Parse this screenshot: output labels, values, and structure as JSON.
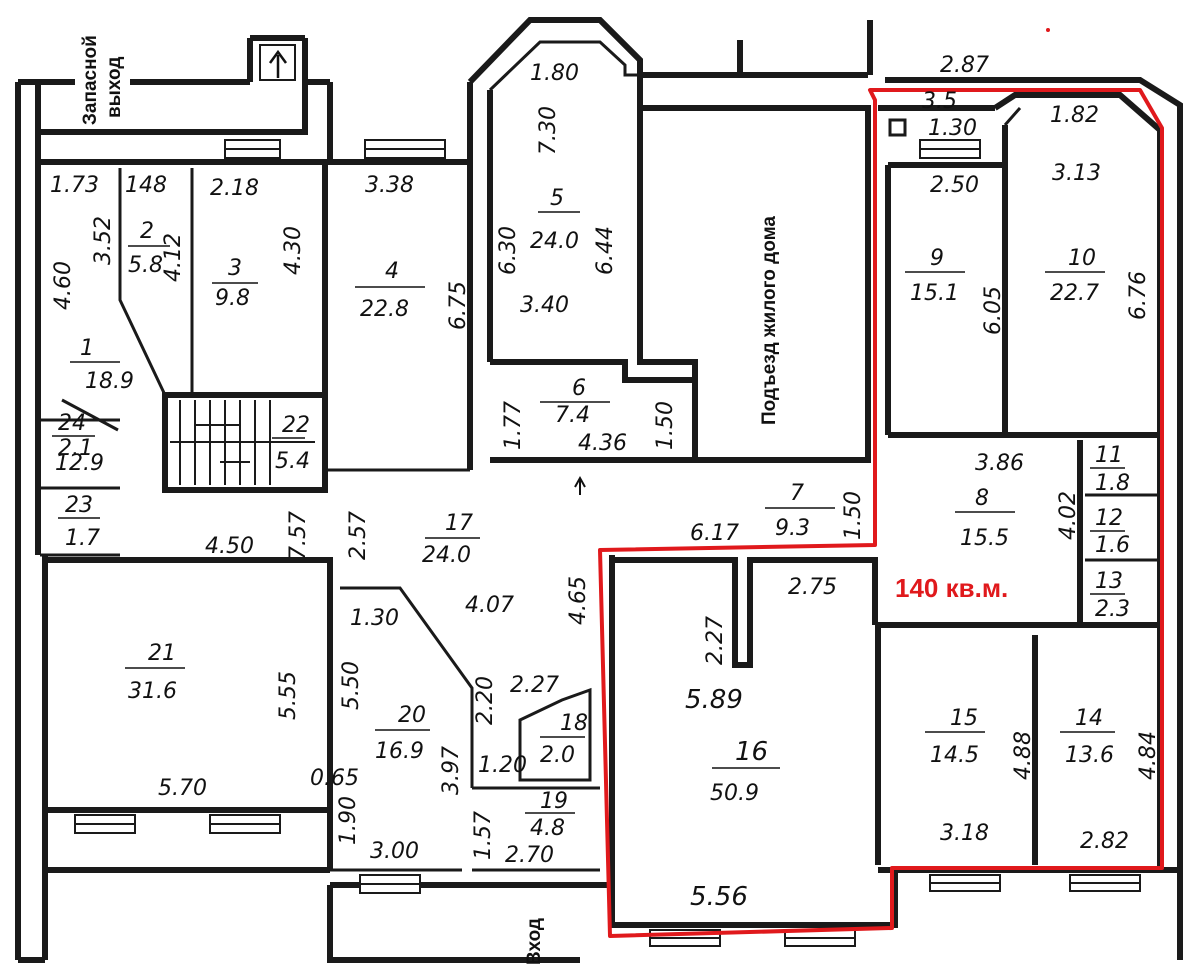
{
  "labels": {
    "emergency_exit_1": "Запасной",
    "emergency_exit_2": "выход",
    "entrance": "Вход",
    "stairwell": "Подъезд жилого дома",
    "total_area": "140 кв.м."
  },
  "rooms": [
    {
      "id": "1",
      "num": "1",
      "area": "18.9"
    },
    {
      "id": "2",
      "num": "2",
      "area": "5.8"
    },
    {
      "id": "3",
      "num": "3",
      "area": "9.8"
    },
    {
      "id": "4",
      "num": "4",
      "area": "22.8"
    },
    {
      "id": "5",
      "num": "5",
      "area": "24.0"
    },
    {
      "id": "6",
      "num": "6",
      "area": "7.4"
    },
    {
      "id": "7",
      "num": "7",
      "area": "9.3"
    },
    {
      "id": "8",
      "num": "8",
      "area": "15.5"
    },
    {
      "id": "9",
      "num": "9",
      "area": "15.1"
    },
    {
      "id": "10",
      "num": "10",
      "area": "22.7"
    },
    {
      "id": "11",
      "num": "11",
      "area": "1.8"
    },
    {
      "id": "12",
      "num": "12",
      "area": "1.6"
    },
    {
      "id": "13",
      "num": "13",
      "area": "2.3"
    },
    {
      "id": "14",
      "num": "14",
      "area": "13.6"
    },
    {
      "id": "15",
      "num": "15",
      "area": "14.5"
    },
    {
      "id": "16",
      "num": "16",
      "area": "50.9"
    },
    {
      "id": "17",
      "num": "17",
      "area": "24.0"
    },
    {
      "id": "18",
      "num": "18",
      "area": "2.0"
    },
    {
      "id": "19",
      "num": "19",
      "area": "4.8"
    },
    {
      "id": "20",
      "num": "20",
      "area": "16.9"
    },
    {
      "id": "21",
      "num": "21",
      "area": "31.6"
    },
    {
      "id": "22",
      "num": "22",
      "area": "5.4"
    },
    {
      "id": "23",
      "num": "23",
      "area": "1.7"
    },
    {
      "id": "24",
      "num": "24",
      "area": "2.1"
    }
  ],
  "dimensions": [
    "1.73",
    "148",
    "2.18",
    "3.38",
    "1.80",
    "7.30",
    "6.30",
    "6.44",
    "3.40",
    "4.60",
    "3.52",
    "4.12",
    "4.30",
    "6.75",
    "1.77",
    "4.36",
    "1.50",
    "2.87",
    "3.5",
    "1.30",
    "1.82",
    "2.50",
    "3.13",
    "6.05",
    "6.76",
    "3.86",
    "4.02",
    "6.17",
    "1.50",
    "4.50",
    "7.57",
    "2.57",
    "4.07",
    "4.65",
    "2.27",
    "2.75",
    "5.89",
    "5.55",
    "1.30",
    "5.50",
    "2.20",
    "2.27",
    "3.97",
    "12.9",
    "0.65",
    "1.20",
    "1.90",
    "5.70",
    "3.00",
    "1.57",
    "2.70",
    "5.56",
    "4.88",
    "4.84",
    "3.18",
    "2.82"
  ]
}
